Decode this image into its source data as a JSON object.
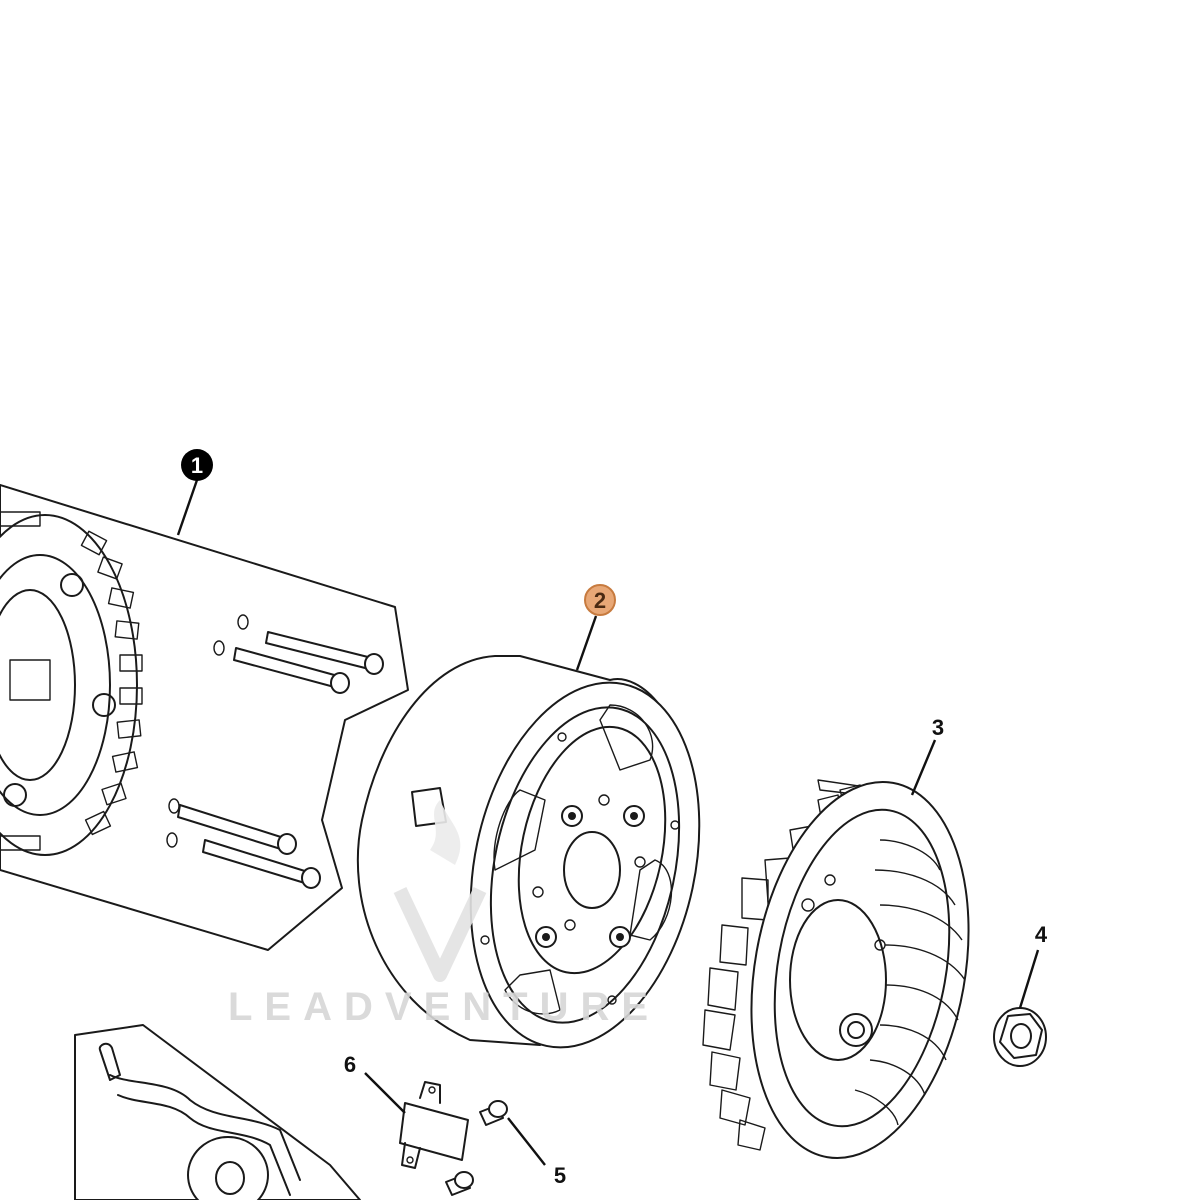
{
  "diagram": {
    "callouts": [
      {
        "number": "1",
        "style": "filled-black"
      },
      {
        "number": "2",
        "style": "highlighted"
      },
      {
        "number": "3",
        "style": "plain"
      },
      {
        "number": "4",
        "style": "plain"
      },
      {
        "number": "5",
        "style": "plain"
      },
      {
        "number": "6",
        "style": "plain"
      }
    ],
    "watermark": {
      "text": "LEADVENTURE"
    },
    "colors": {
      "line": "#1a1a1a",
      "callout_filled": "#000000",
      "callout_highlight_fill": "#e8a877",
      "callout_highlight_stroke": "#c77b3f",
      "watermark": "#d6d6d6"
    }
  }
}
